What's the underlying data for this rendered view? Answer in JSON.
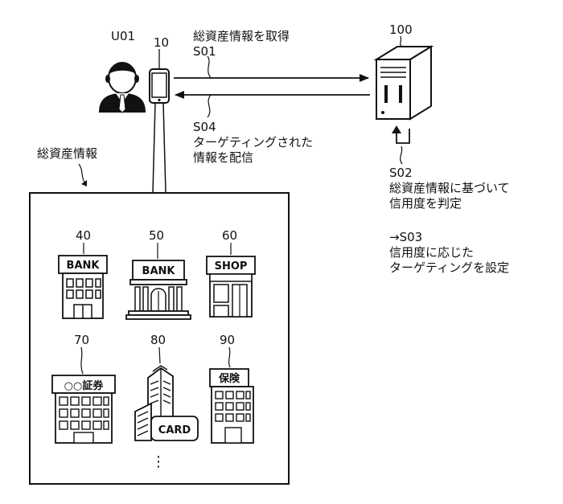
{
  "labels": {
    "user_ref": "U01",
    "device_ref": "10",
    "server_ref": "100",
    "s01_title": "総資産情報を取得",
    "s01_code": "S01",
    "s04_code": "S04",
    "s04_line1": "ターゲティングされた",
    "s04_line2": "情報を配信",
    "assets_label": "総資産情報",
    "s02_code": "S02",
    "s02_line1": "総資産情報に基づいて",
    "s02_line2": "信用度を判定",
    "s03_code": "→S03",
    "s03_line1": "信用度に応じた",
    "s03_line2": "ターゲティングを設定"
  },
  "institutions": [
    {
      "ref": "40",
      "sign": "BANK"
    },
    {
      "ref": "50",
      "sign": "BANK"
    },
    {
      "ref": "60",
      "sign": "SHOP"
    },
    {
      "ref": "70",
      "sign": "○○証券"
    },
    {
      "ref": "80",
      "sign": "CARD"
    },
    {
      "ref": "90",
      "sign": "保険"
    }
  ],
  "more_marker": "⋮"
}
